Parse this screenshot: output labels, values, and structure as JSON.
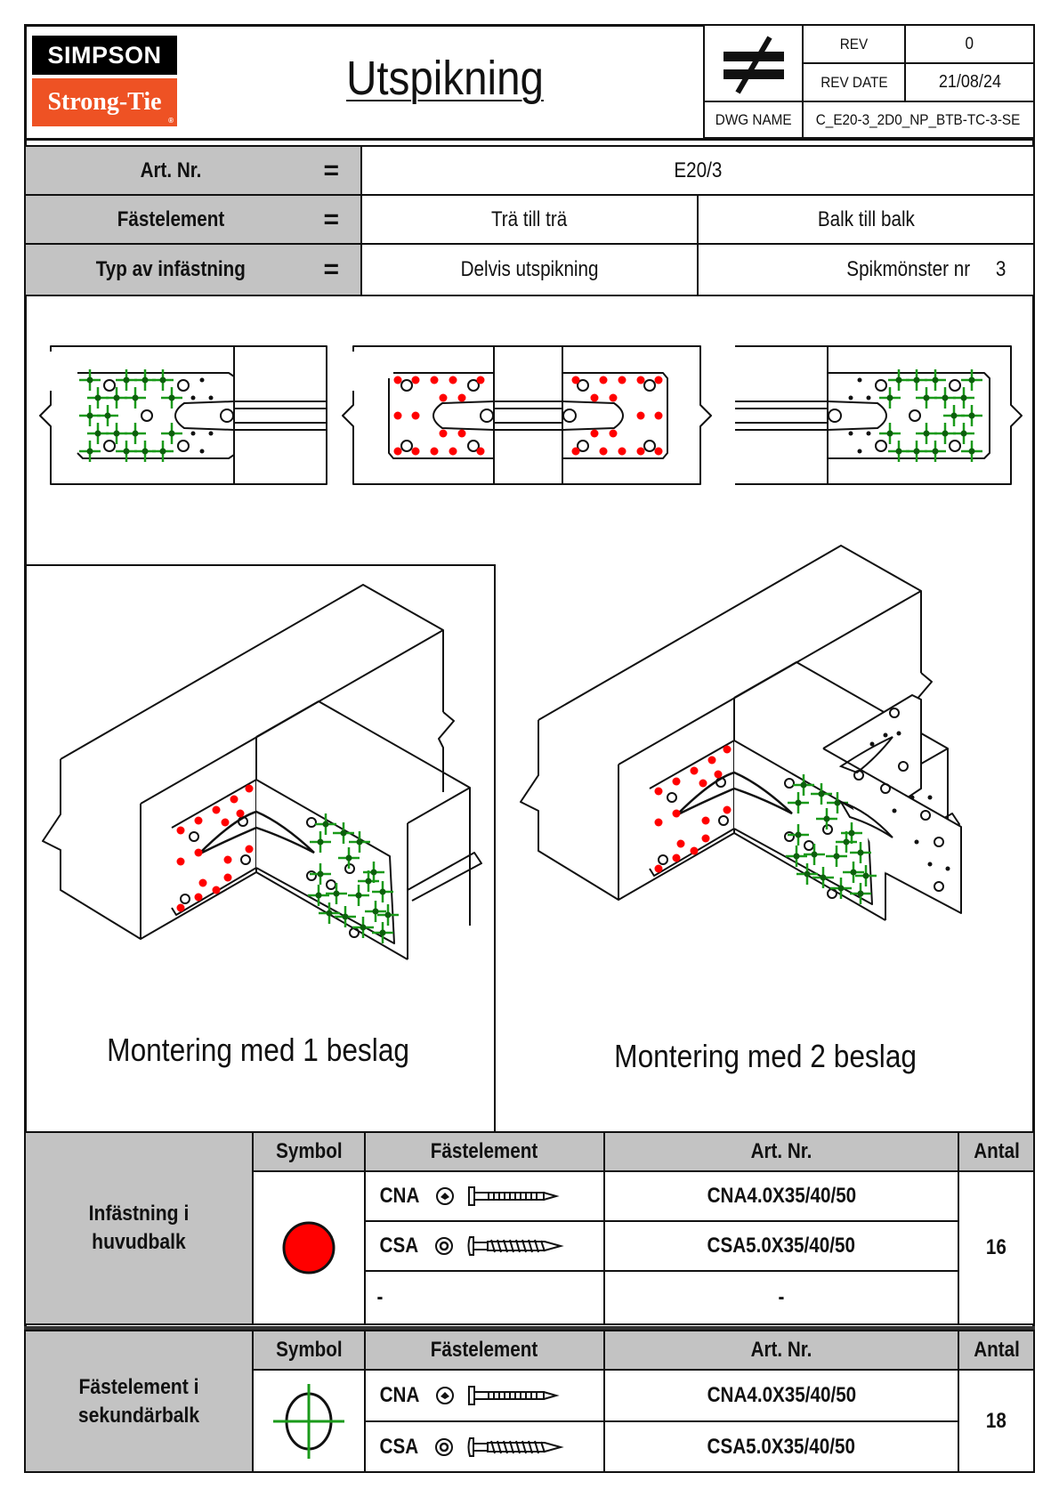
{
  "header": {
    "logo": {
      "top": "SIMPSON",
      "bottom": "Strong-Tie",
      "registered": "®"
    },
    "title": "Utspikning",
    "not_equal_icon": "not-equal-icon",
    "rev_label": "REV",
    "rev_value": "0",
    "rev_date_label": "REV DATE",
    "rev_date_value": "21/08/24",
    "dwg_name_label": "DWG NAME",
    "dwg_name_value": "C_E20-3_2D0_NP_BTB-TC-3-SE"
  },
  "info": {
    "equals": "=",
    "rows": [
      {
        "label": "Art. Nr.",
        "values": [
          "E20/3"
        ]
      },
      {
        "label": "Fästelement",
        "values": [
          "Trä till trä",
          "Balk till balk"
        ]
      },
      {
        "label": "Typ av infästning",
        "values": [
          "Delvis utspikning",
          "Spikmönster nr"
        ],
        "pattern_no": "3"
      }
    ]
  },
  "drawings": {
    "caption_left": "Montering med 1 beslag",
    "caption_right": "Montering med 2 beslag"
  },
  "colors": {
    "main_beam_symbol": "#ff0000",
    "secondary_beam_symbol": "#1a9a1a",
    "header_gray": "#c3c3c3",
    "logo_orange": "#ee5224"
  },
  "tables": [
    {
      "group": "Infästning i huvudbalk",
      "headers": {
        "symbol": "Symbol",
        "fastener": "Fästelement",
        "art": "Art. Nr.",
        "qty": "Antal"
      },
      "symbol": "red-filled-circle",
      "rows": [
        {
          "fastener": "CNA",
          "head_icon": "pozidriv-head-icon",
          "art": "CNA4.0X35/40/50"
        },
        {
          "fastener": "CSA",
          "head_icon": "torx-head-icon",
          "art": "CSA5.0X35/40/50"
        },
        {
          "fastener": "-",
          "art": "-"
        }
      ],
      "qty": "16"
    },
    {
      "group": "Fästelement i sekundärbalk",
      "headers": {
        "symbol": "Symbol",
        "fastener": "Fästelement",
        "art": "Art. Nr.",
        "qty": "Antal"
      },
      "symbol": "green-crosshair-circle",
      "rows": [
        {
          "fastener": "CNA",
          "head_icon": "pozidriv-head-icon",
          "art": "CNA4.0X35/40/50"
        },
        {
          "fastener": "CSA",
          "head_icon": "torx-head-icon",
          "art": "CSA5.0X35/40/50"
        }
      ],
      "qty": "18"
    }
  ]
}
